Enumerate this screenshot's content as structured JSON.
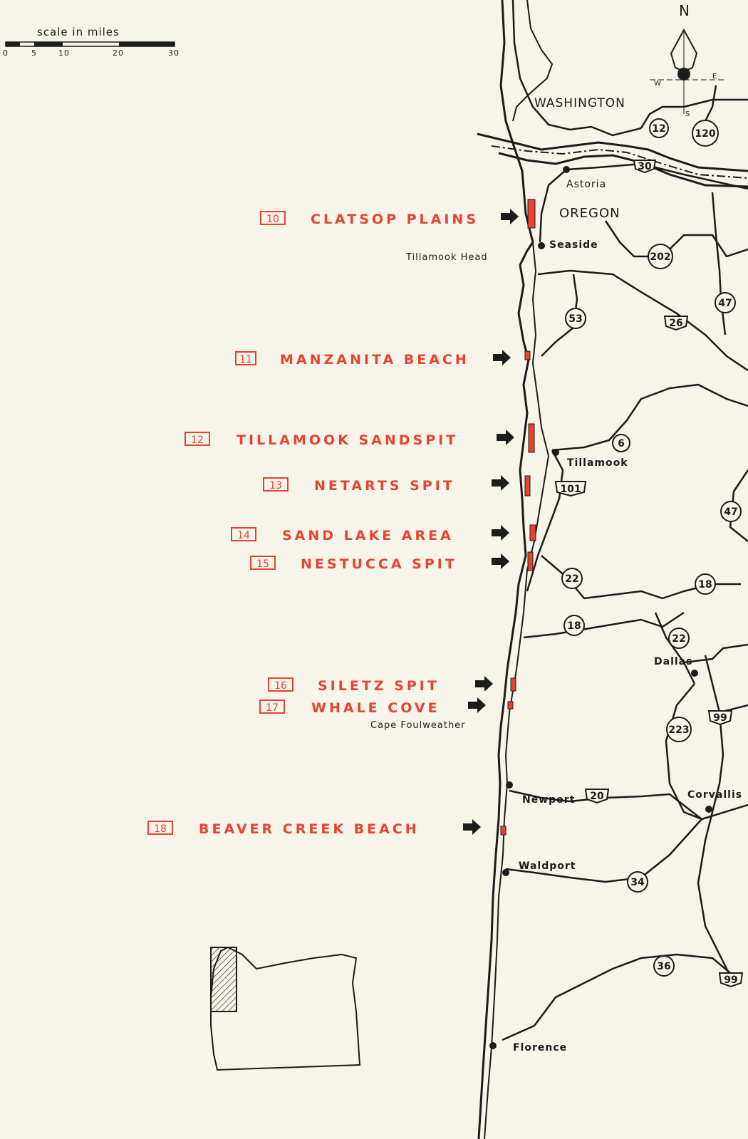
{
  "scale": {
    "title": "scale in miles",
    "ticks": [
      "0",
      "5",
      "10",
      "20",
      "30"
    ]
  },
  "compass": {
    "n": "N",
    "w": "W",
    "e": "E",
    "s": "S"
  },
  "labels": {
    "washington": "WASHINGTON",
    "oregon": "OREGON",
    "astoria": "Astoria",
    "seaside": "Seaside",
    "tillamook_head": "Tillamook Head",
    "tillamook": "Tillamook",
    "dallas": "Dallas",
    "cape_foulweather": "Cape Foulweather",
    "newport": "Newport",
    "corvallis": "Corvallis",
    "waldport": "Waldport",
    "florence": "Florence"
  },
  "sites": [
    {
      "num": "10",
      "name": "CLATSOP PLAINS"
    },
    {
      "num": "11",
      "name": "MANZANITA BEACH"
    },
    {
      "num": "12",
      "name": "TILLAMOOK SANDSPIT"
    },
    {
      "num": "13",
      "name": "NETARTS SPIT"
    },
    {
      "num": "14",
      "name": "SAND LAKE AREA"
    },
    {
      "num": "15",
      "name": "NESTUCCA SPIT"
    },
    {
      "num": "16",
      "name": "SILETZ SPIT"
    },
    {
      "num": "17",
      "name": "WHALE COVE"
    },
    {
      "num": "18",
      "name": "BEAVER CREEK BEACH"
    }
  ],
  "highways": {
    "h12": "12",
    "h120": "120",
    "h30": "30",
    "h202": "202",
    "h47a": "47",
    "h53": "53",
    "h26": "26",
    "h6": "6",
    "h101": "101",
    "h47b": "47",
    "h22a": "22",
    "h18a": "18",
    "h18b": "18",
    "h22b": "22",
    "h99a": "99",
    "h223": "223",
    "h20": "20",
    "h34": "34",
    "h36": "36",
    "h99b": "99"
  },
  "colors": {
    "paper": "#f7f4ea",
    "ink": "#1c1c1c",
    "accent": "#e8432e"
  }
}
